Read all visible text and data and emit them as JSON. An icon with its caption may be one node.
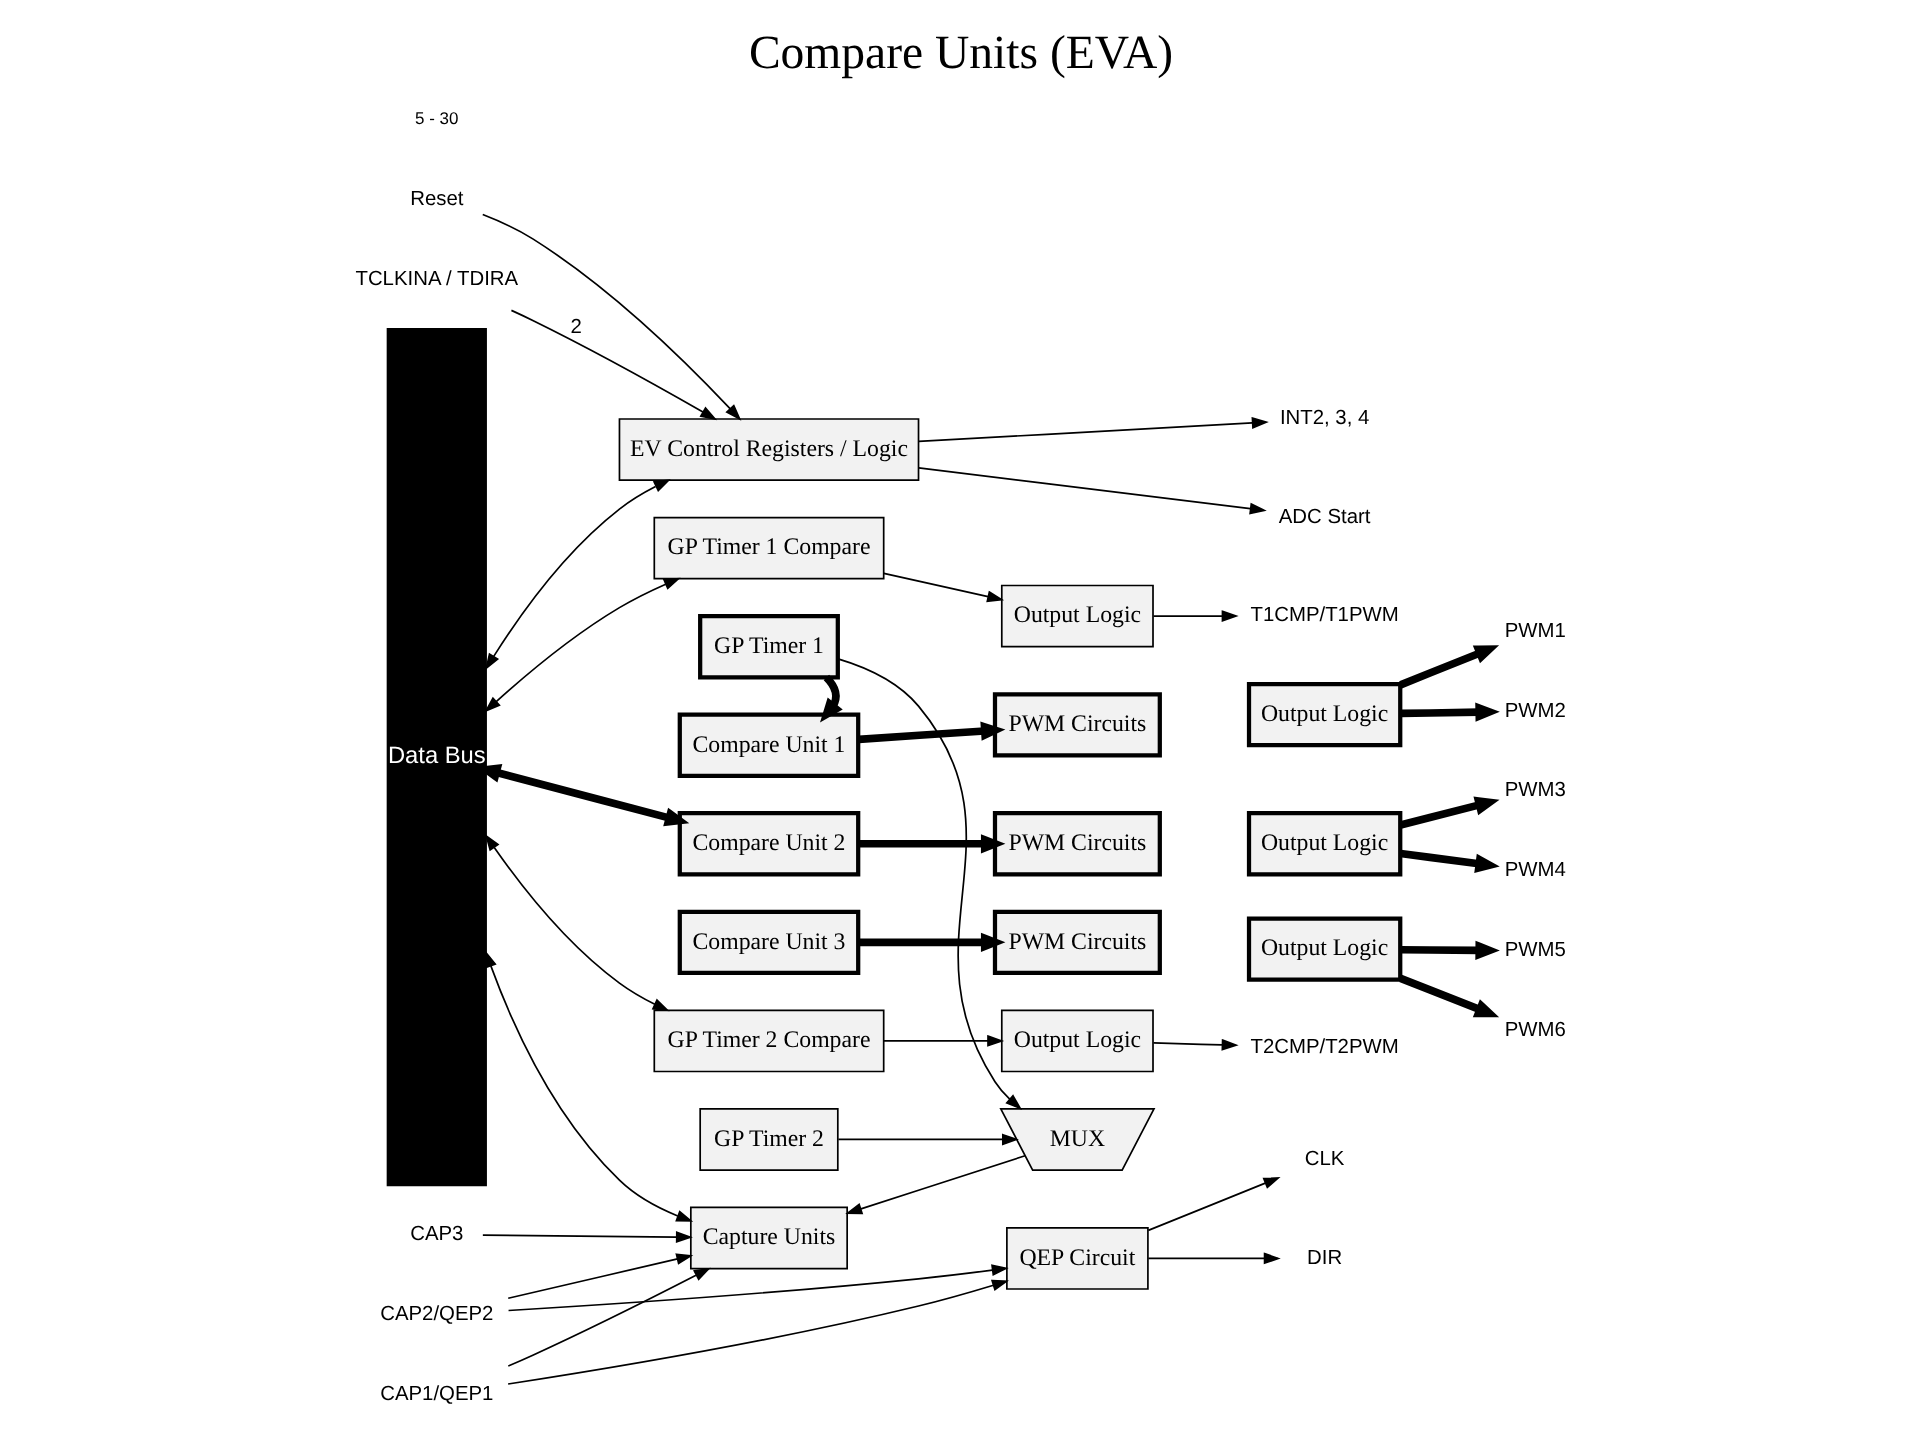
{
  "diagram": {
    "title": "Compare Units (EVA)",
    "nodes": [
      {
        "text": [
          "Data Bus"
        ]
      },
      {
        "text": [
          "EV Control Registers / Logic"
        ]
      },
      {
        "text": [
          "Reset"
        ]
      },
      {
        "text": [
          "INT2, 3, 4"
        ]
      },
      {
        "text": [
          "TCLKINA / TDIRA"
        ]
      },
      {
        "text": [
          "ADC Start"
        ]
      },
      {
        "text": [
          "GP Timer 1 Compare"
        ]
      },
      {
        "text": [
          "GP Timer 1"
        ]
      },
      {
        "text": [
          "Output Logic"
        ]
      },
      {
        "text": [
          "T1CMP/T1PWM"
        ]
      },
      {
        "text": [
          "Compare Unit 1"
        ]
      },
      {
        "text": [
          "Compare Unit 2"
        ]
      },
      {
        "text": [
          "Compare Unit 3"
        ]
      },
      {
        "text": [
          "PWM Circuits"
        ]
      },
      {
        "text": [
          "Output Logic"
        ]
      },
      {
        "text": [
          "PWM Circuits"
        ]
      },
      {
        "text": [
          "Output Logic"
        ]
      },
      {
        "text": [
          "PWM Circuits"
        ]
      },
      {
        "text": [
          "Output Logic"
        ]
      },
      {
        "text": [
          "PWM1"
        ]
      },
      {
        "text": [
          "PWM2"
        ]
      },
      {
        "text": [
          "PWM3"
        ]
      },
      {
        "text": [
          "PWM4"
        ]
      },
      {
        "text": [
          "PWM5"
        ]
      },
      {
        "text": [
          "PWM6"
        ]
      },
      {
        "text": [
          "GP Timer 2 Compare"
        ]
      },
      {
        "text": [
          "GP Timer 2"
        ]
      },
      {
        "text": [
          "Output Logic"
        ]
      },
      {
        "text": [
          "T2CMP/T2PWM"
        ]
      },
      {
        "text": [
          "MUX"
        ]
      },
      {
        "text": [
          "Capture Units"
        ]
      },
      {
        "text": [
          "QEP Circuit"
        ]
      },
      {
        "text": [
          "CLK"
        ]
      },
      {
        "text": [
          "DIR"
        ]
      },
      {
        "text": [
          "CAP1/QEP1"
        ]
      },
      {
        "text": [
          "CAP2/QEP2"
        ]
      },
      {
        "text": [
          "CAP3"
        ]
      }
    ],
    "edges": [
      {
        "from": 0,
        "to": 1,
        "arrow": "both"
      },
      {
        "from": 2,
        "to": 1,
        "arrow": "to"
      },
      {
        "from": 1,
        "to": 3,
        "arrow": "to"
      },
      {
        "from": 4,
        "to": 1,
        "arrow": "to",
        "label": "2"
      },
      {
        "from": 1,
        "to": 5,
        "arrow": "to"
      },
      {
        "from": 0,
        "to": 6,
        "arrow": "both"
      },
      {
        "from": 6,
        "to": 8,
        "arrow": "to"
      },
      {
        "from": 8,
        "to": 9,
        "arrow": "to"
      },
      {
        "from": 7,
        "to": 10,
        "arrow": "to",
        "style": "thick"
      },
      {
        "from": 7,
        "to": 29,
        "arrow": "to"
      },
      {
        "from": 0,
        "to": 11,
        "arrow": "both",
        "style": "thick"
      },
      {
        "from": 10,
        "to": 13,
        "arrow": "to",
        "style": "thick"
      },
      {
        "from": 11,
        "to": 15,
        "arrow": "to",
        "style": "thick"
      },
      {
        "from": 12,
        "to": 17,
        "arrow": "to",
        "style": "thick"
      },
      {
        "from": 14,
        "to": 19,
        "arrow": "to",
        "style": "thick"
      },
      {
        "from": 14,
        "to": 20,
        "arrow": "to",
        "style": "thick"
      },
      {
        "from": 16,
        "to": 21,
        "arrow": "to",
        "style": "thick"
      },
      {
        "from": 16,
        "to": 22,
        "arrow": "to",
        "style": "thick"
      },
      {
        "from": 18,
        "to": 23,
        "arrow": "to",
        "style": "thick"
      },
      {
        "from": 18,
        "to": 24,
        "arrow": "to",
        "style": "thick"
      },
      {
        "from": 0,
        "to": 25,
        "arrow": "both"
      },
      {
        "from": 25,
        "to": 27,
        "arrow": "to"
      },
      {
        "from": 27,
        "to": 28,
        "arrow": "to"
      },
      {
        "from": 26,
        "to": 29,
        "arrow": "to"
      },
      {
        "from": 29,
        "to": 30,
        "arrow": "to"
      },
      {
        "from": 0,
        "to": 30,
        "arrow": "both"
      },
      {
        "from": 31,
        "to": 32,
        "arrow": "to"
      },
      {
        "from": 31,
        "to": 33,
        "arrow": "to"
      },
      {
        "from": 34,
        "to": 30,
        "arrow": "to"
      },
      {
        "from": 34,
        "to": 31,
        "arrow": "to"
      },
      {
        "from": 35,
        "to": 30,
        "arrow": "to"
      },
      {
        "from": 35,
        "to": 31,
        "arrow": "to"
      },
      {
        "from": 36,
        "to": 30,
        "arrow": "to"
      }
    ],
    "labels": [
      "5 - 30"
    ]
  }
}
